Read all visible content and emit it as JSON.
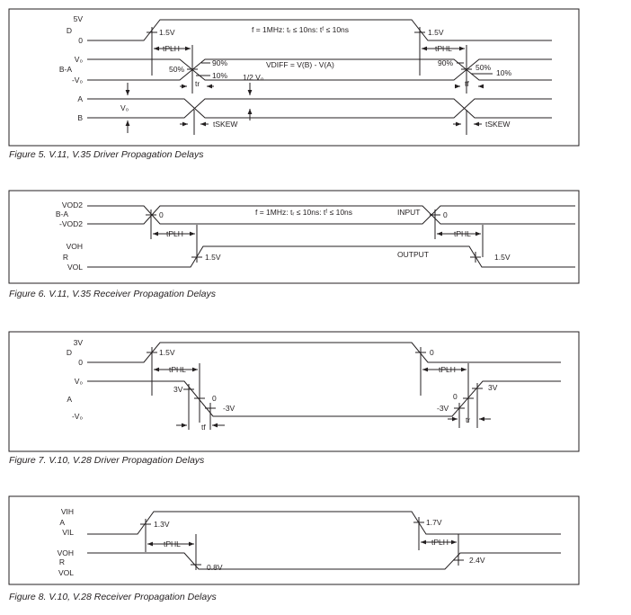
{
  "fig5": {
    "caption": "Figure 5. V.11, V.35 Driver Propagation Delays",
    "d": "D",
    "five_v": "5V",
    "zero": "0",
    "vo": "V₀",
    "ba": "B-A",
    "neg_vo": "-V₀",
    "a": "A",
    "b": "B",
    "vo_mid": "V₀",
    "cond": "f = 1MHz: tᵣ ≤ 10ns: tᶠ ≤ 10ns",
    "v15_left": "1.5V",
    "v15_right": "1.5V",
    "tplh": "tPLH",
    "tphl": "tPHL",
    "p90_left": "90%",
    "p50_left": "50%",
    "p10_left": "10%",
    "p90_right": "90%",
    "p50_right": "50%",
    "p10_right": "10%",
    "vdiff": "VDIFF = V(B) - V(A)",
    "half_vo": "1/2 V₀",
    "tr_left": "tr",
    "tr_right": "tf",
    "tskew_left": "tSKEW",
    "tskew_right": "tSKEW"
  },
  "fig6": {
    "caption": "Figure 6. V.11, V.35 Receiver Propagation Delays",
    "vod2": "VOD2",
    "ba": "B-A",
    "neg_vod2": "-VOD2",
    "voh": "VOH",
    "r": "R",
    "vol": "VOL",
    "cond": "f = 1MHz: tᵣ ≤ 10ns: tᶠ ≤ 10ns",
    "input": "INPUT",
    "output": "OUTPUT",
    "zero_left": "0",
    "zero_right": "0",
    "tplh": "tPLH",
    "tphl": "tPHL",
    "v15_left": "1.5V",
    "v15_right": "1.5V"
  },
  "fig7": {
    "caption": "Figure 7. V.10, V.28 Driver Propagation Delays",
    "three_v": "3V",
    "d": "D",
    "zero": "0",
    "vo": "V₀",
    "a": "A",
    "neg_vo": "-V₀",
    "v15": "1.5V",
    "zero_right": "0",
    "tphl": "tPHL",
    "tplh": "tPLH",
    "v3_left": "3V",
    "zero_mid_left": "0",
    "neg3_left": "-3V",
    "zero_mid_right": "0",
    "neg3_right": "-3V",
    "v3_right": "3V",
    "tf": "tf",
    "tr": "tr"
  },
  "fig8": {
    "caption": "Figure 8. V.10, V.28 Receiver Propagation Delays",
    "vih": "VIH",
    "a": "A",
    "vil": "VIL",
    "voh": "VOH",
    "r": "R",
    "vol": "VOL",
    "v13": "1.3V",
    "v17": "1.7V",
    "tphl": "tPHL",
    "tplh": "tPLH",
    "v08": "0.8V",
    "v24": "2.4V"
  }
}
